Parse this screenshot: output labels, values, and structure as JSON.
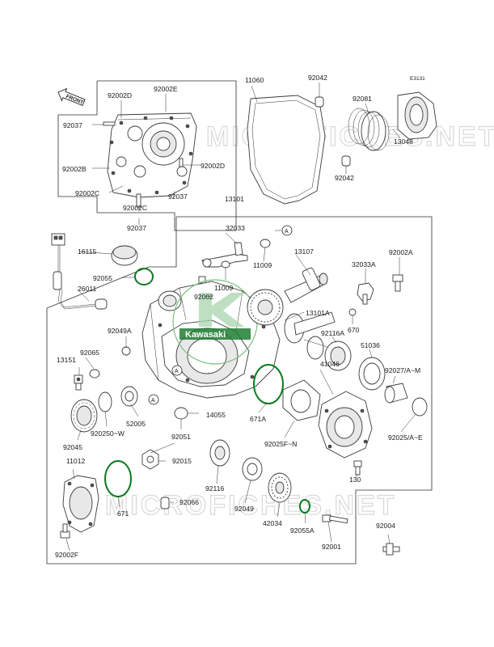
{
  "reference_code": "E3131",
  "front_label": "FRONT",
  "watermark_text": "MICROFICHES.NET",
  "brand_logo_text": "Kawasaki",
  "colors": {
    "line": "#2e2e2e",
    "gasket_ring": "#0a7a1e",
    "watermark": "#d9d9d9"
  },
  "circle_markers": [
    "A",
    "A",
    "A"
  ],
  "part_labels": {
    "p92002E": "92002E",
    "p92002D_a": "92002D",
    "p92037_a": "92037",
    "p92002B": "92002B",
    "p92002D_b": "92002D",
    "p92002C_a": "92002C",
    "p92037_b": "92037",
    "p92002C_b": "92002C",
    "p92037_c": "92037",
    "p11060": "11060",
    "p92042_a": "92042",
    "p92081": "92081",
    "p13048": "13048",
    "p92042_b": "92042",
    "p13101": "13101",
    "p32033": "32033",
    "p16115": "16115",
    "p11009_a": "11009",
    "p13107": "13107",
    "p32033A": "32033A",
    "p92002A": "92002A",
    "p92055": "92055",
    "p11009_b": "11009",
    "p26011": "26011",
    "p92002": "92002",
    "p13101A": "13101A",
    "p92049A": "92049A",
    "p670": "670",
    "p92116A": "92116A",
    "p51036": "51036",
    "p13151": "13151",
    "p92065": "92065",
    "p92027": "92027/A~M",
    "p41046": "41046",
    "p52005": "52005",
    "p14055": "14055",
    "p671A": "671A",
    "p920250": "920250~W",
    "p92045": "92045",
    "p92051": "92051",
    "p92025F": "92025F~N",
    "p92025A": "92025/A~E",
    "p11012": "11012",
    "p92015": "92015",
    "p92116": "92116",
    "p130": "130",
    "p671": "671",
    "p92066": "92066",
    "p92049": "92049",
    "p42034": "42034",
    "p92055A": "92055A",
    "p92004": "92004",
    "p92001": "92001",
    "p92002F": "92002F"
  }
}
